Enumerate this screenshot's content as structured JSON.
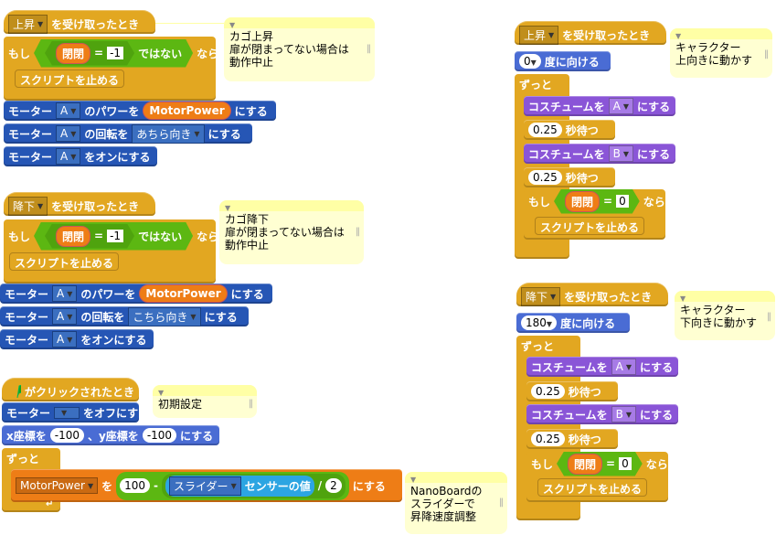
{
  "common": {
    "when_receive": "を受け取ったとき",
    "if": "もし",
    "then": "なら",
    "not": "ではない",
    "eq": "=",
    "stop": "スクリプトを止める",
    "motor": "モーター",
    "power_of": "のパワーを",
    "direction_of": "の回転を",
    "set_suffix": "にする",
    "turn_on": "をオンにする",
    "turn_off": "をオフにする",
    "forever": "ずっと",
    "point": "度に向ける",
    "costume": "コスチュームを",
    "wait": "秒待つ",
    "dropdown_icon": "triangle-down"
  },
  "scripts": [
    {
      "message": "上昇",
      "var": "閉閉",
      "value": "-1",
      "motor": "A",
      "power_var": "MotorPower",
      "direction": "あちら向き",
      "comment": "カゴ上昇\n扉が閉まってない場合は\n動作中止"
    },
    {
      "message": "降下",
      "var": "閉閉",
      "value": "-1",
      "motor": "A",
      "power_var": "MotorPower",
      "direction": "こちら向き",
      "comment": "カゴ降下\n扉が閉まってない場合は\n動作中止"
    },
    {
      "hat": "がクリックされたとき",
      "flag_color": "#17a317",
      "motor": "",
      "xy_x_label": "x座標を",
      "x": "-100",
      "xy_y_label": "、y座標を",
      "y": "-100",
      "set_var": "MotorPower",
      "set_to": "を",
      "n100": "100",
      "minus": "-",
      "sensor": "スライダー",
      "sensor_label": "センサーの値",
      "div": "/",
      "n2": "2",
      "comment": "初期設定",
      "comment2": "NanoBoardの\nスライダーで\n昇降速度調整"
    },
    {
      "message": "上昇",
      "direction": "0",
      "costume1": "A",
      "costume2": "B",
      "wait": "0.25",
      "var": "閉閉",
      "value": "0",
      "comment": "キャラクター\n上向きに動かす"
    },
    {
      "message": "降下",
      "direction": "180",
      "costume1": "A",
      "costume2": "B",
      "wait": "0.25",
      "var": "閉閉",
      "value": "0",
      "comment": "キャラクター\n下向きに動かす"
    }
  ],
  "colors": {
    "events": "#e2a721",
    "motor": "#2656b5",
    "motion": "#4a6cd4",
    "looks": "#8a55d7",
    "operators": "#5cb712",
    "variables": "#ee7d16",
    "sensing": "#2ca5e2",
    "comment": "#ffffd2"
  }
}
